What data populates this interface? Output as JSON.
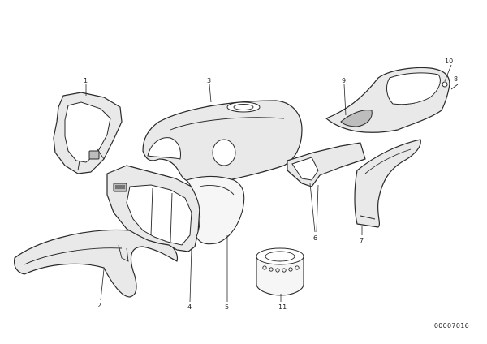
{
  "diagram": {
    "callouts": [
      {
        "id": "c1",
        "label": "1"
      },
      {
        "id": "c2",
        "label": "2"
      },
      {
        "id": "c3",
        "label": "3"
      },
      {
        "id": "c4",
        "label": "4"
      },
      {
        "id": "c5",
        "label": "5"
      },
      {
        "id": "c6",
        "label": "6"
      },
      {
        "id": "c7",
        "label": "7"
      },
      {
        "id": "c8",
        "label": "8"
      },
      {
        "id": "c9",
        "label": "9"
      },
      {
        "id": "c10",
        "label": "10"
      },
      {
        "id": "c11",
        "label": "11"
      }
    ],
    "document_number": "00007016"
  }
}
